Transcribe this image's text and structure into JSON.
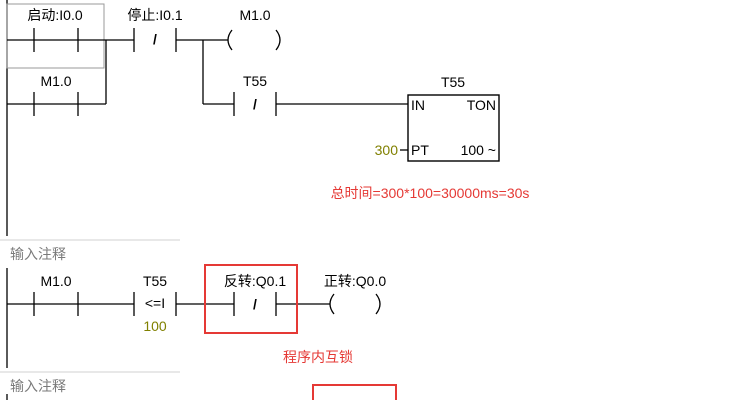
{
  "network1": {
    "start_contact": "启动:I0.0",
    "stop_contact": "停止:I0.1",
    "coil": "M1.0",
    "hold_contact": "M1.0",
    "timer_contact": "T55",
    "timer_box": {
      "name": "T55",
      "in_label": "IN",
      "type_label": "TON",
      "pt_value": "300",
      "pt_label": "PT",
      "resolution": "100 ~"
    },
    "note": "总时间=300*100=30000ms=30s"
  },
  "network2": {
    "comment": "输入注释",
    "contact_m": "M1.0",
    "compare_timer": "T55",
    "compare_op": "<=I",
    "compare_value": "100",
    "interlock_contact": "反转:Q0.1",
    "coil": "正转:Q0.0",
    "note": "程序内互锁"
  },
  "network3": {
    "comment": "输入注释"
  },
  "colors": {
    "annotation_red": "#e53935",
    "value_olive": "#808000",
    "comment_gray": "#7a7a7a"
  }
}
